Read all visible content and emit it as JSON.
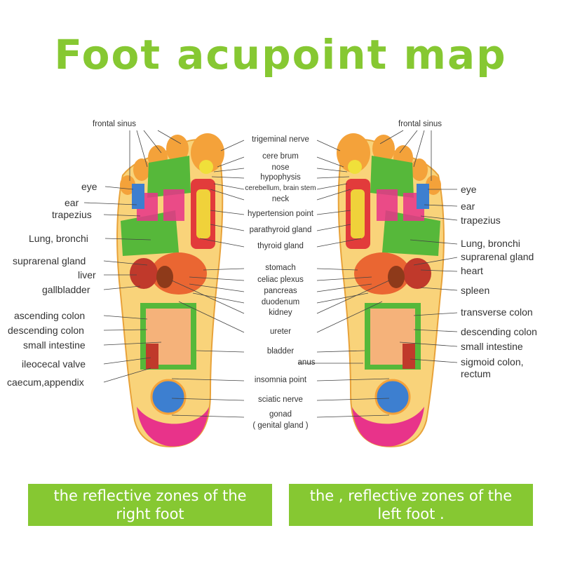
{
  "title": "Foot acupoint map",
  "right_foot": {
    "labels": [
      "frontal sinus",
      "eye",
      "ear",
      "trapezius",
      "Lung, bronchi",
      "suprarenal gland",
      "liver",
      "gallbladder",
      "ascending colon",
      "descending colon",
      "small intestine",
      "ileocecal valve",
      "caecum,appendix"
    ]
  },
  "center": {
    "labels": [
      "trigeminal nerve",
      "cere brum",
      "nose",
      "hypophysis",
      "cerebellum, brain stem",
      "neck",
      "hypertension point",
      "parathyroid gland",
      "thyroid gland",
      "stomach",
      "celiac plexus",
      "pancreas",
      "duodenum",
      "kidney",
      "ureter",
      "bladder",
      "anus",
      "insomnia point",
      "sciatic nerve",
      "gonad",
      "( genital gland )"
    ]
  },
  "left_foot": {
    "labels": [
      "frontal sinus",
      "eye",
      "ear",
      "trapezius",
      "Lung, bronchi",
      "suprarenal gland",
      "heart",
      "spleen",
      "transverse colon",
      "descending colon",
      "small intestine",
      "sigmoid colon,",
      "rectum"
    ]
  },
  "banners": {
    "right": [
      "the reflective zones of the",
      "right foot"
    ],
    "left": [
      "the , reflective zones of the",
      "left foot ."
    ]
  },
  "colors": {
    "accent": "#86c832",
    "sole": "#f9d37a",
    "red": "#e23b3b",
    "green": "#56b83a",
    "pink": "#e8338a",
    "blue": "#3d7fd0"
  }
}
